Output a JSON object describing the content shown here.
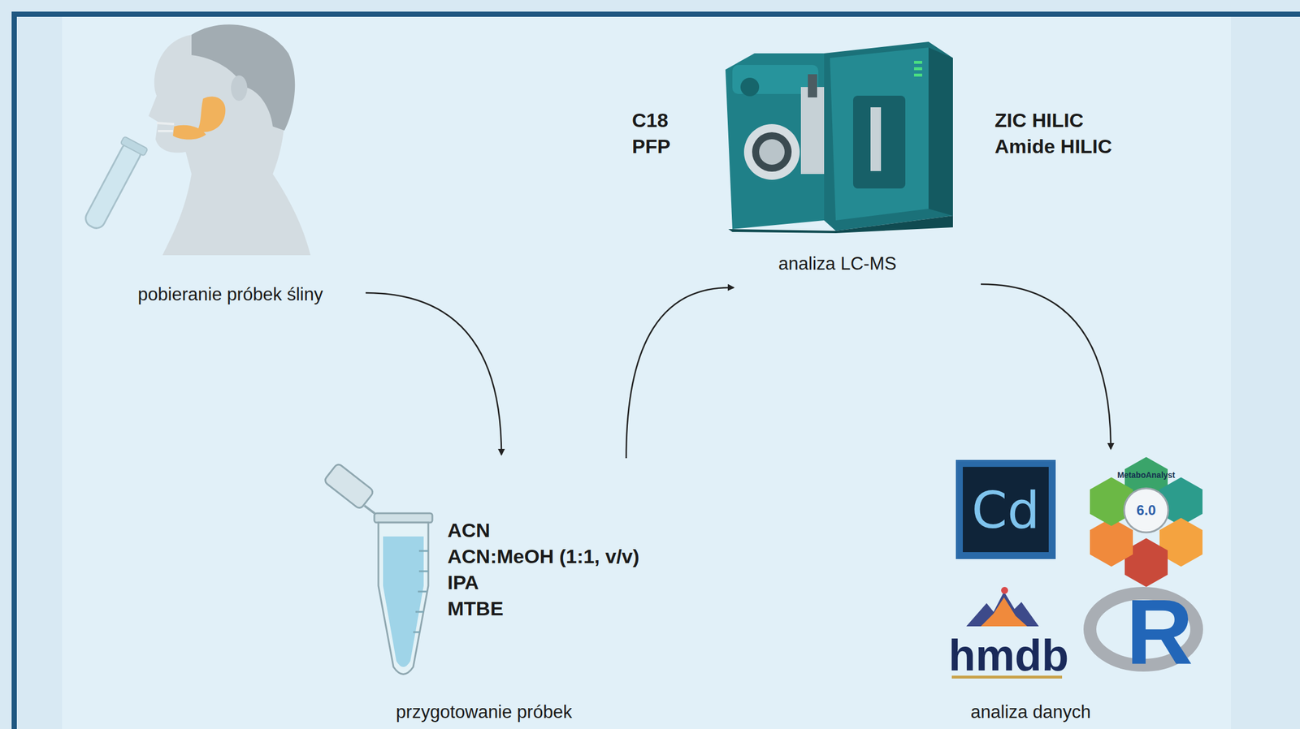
{
  "diagram": {
    "nodes": [
      {
        "text": [
          "pobieranie próbek śliny"
        ]
      },
      {
        "text": [
          "ACN",
          "ACN:MeOH (1:1, v/v)",
          "IPA",
          "MTBE",
          "przygotowanie próbek"
        ]
      },
      {
        "text": [
          "C18",
          "PFP",
          "ZIC HILIC",
          "Amide HILIC",
          "analiza LC-MS"
        ]
      },
      {
        "text": [
          "analiza danych"
        ]
      }
    ],
    "edges": [
      {
        "from": 0,
        "to": 1,
        "arrow": "to"
      },
      {
        "from": 1,
        "to": 2,
        "arrow": "to"
      },
      {
        "from": 2,
        "to": 3,
        "arrow": "to"
      }
    ],
    "labels": [
      "Cd",
      "MetaboAnalyst",
      "6.0",
      "hmdb",
      "R"
    ]
  }
}
